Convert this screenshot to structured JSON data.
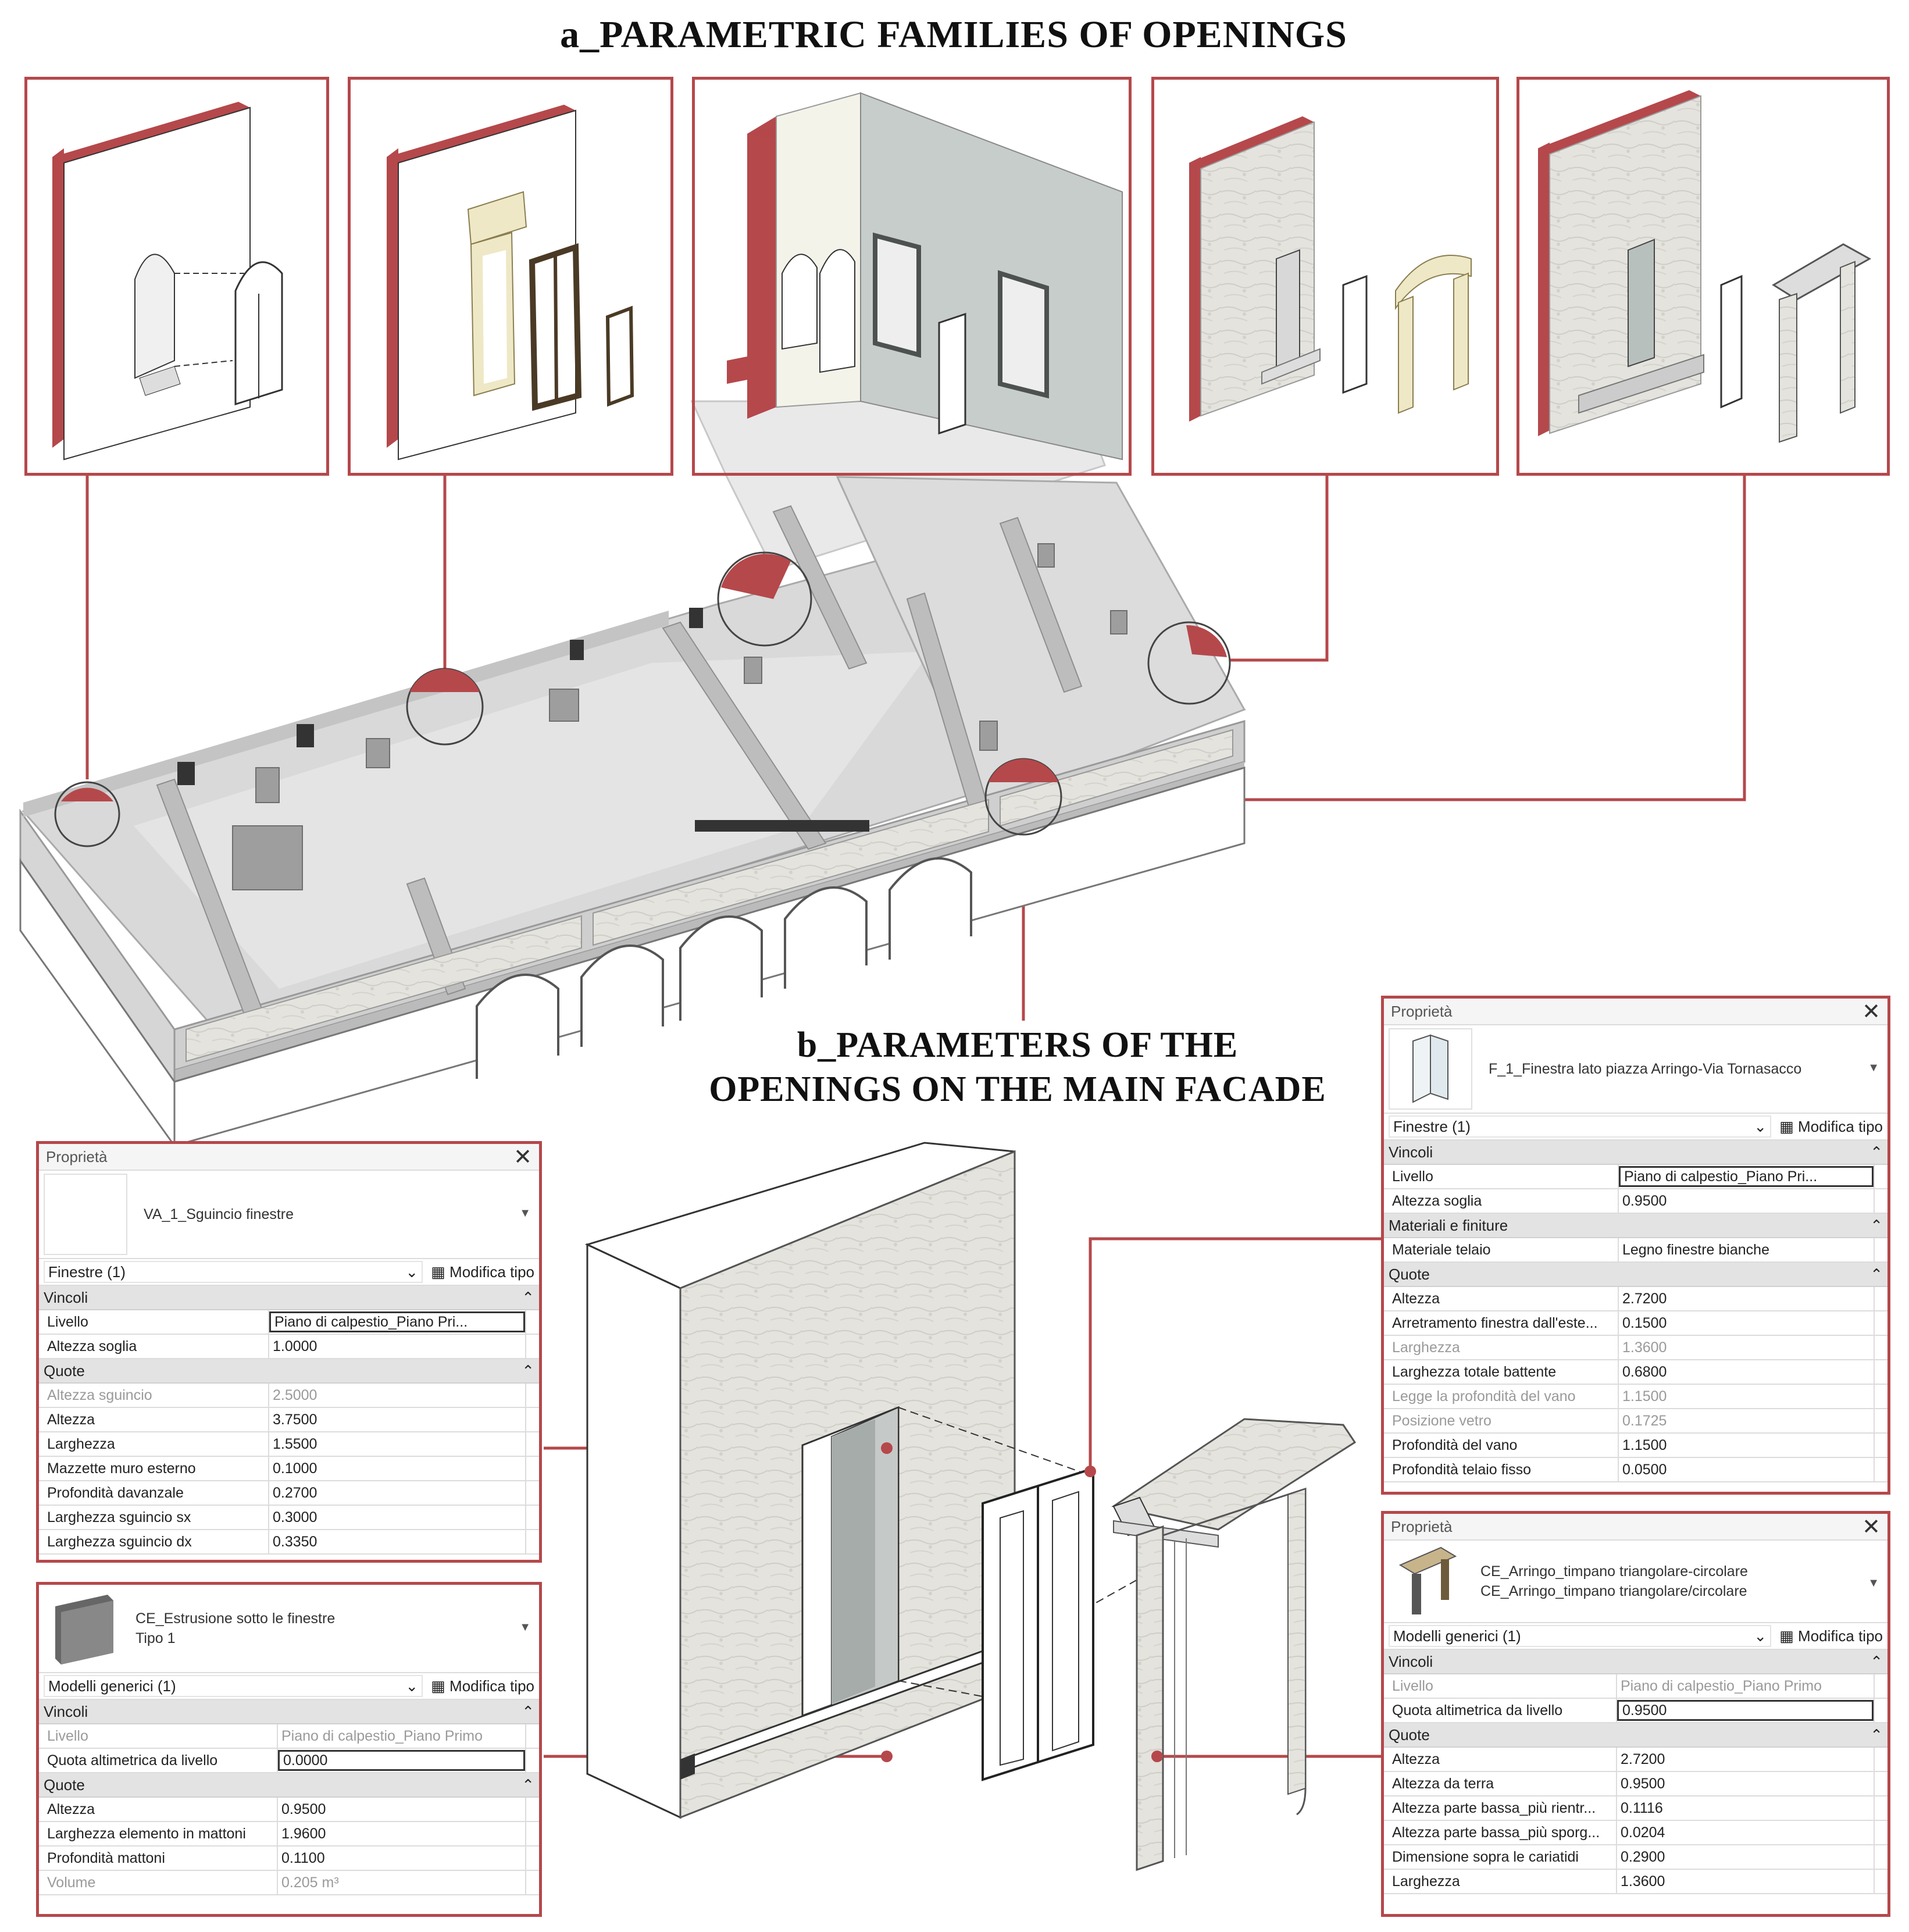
{
  "titles": {
    "a": "a_PARAMETRIC FAMILIES OF OPENINGS",
    "b_line1": "b_PARAMETERS OF THE",
    "b_line2": "OPENINGS ON THE MAIN FACADE"
  },
  "colors": {
    "accent": "#b5484b",
    "wall_cut": "#b5484b",
    "stone": "#e2e1dc"
  },
  "panels": {
    "va1": {
      "header": "Proprietà",
      "type_name": "VA_1_Sguincio finestre",
      "category": "Finestre (1)",
      "edit_type": "Modifica tipo",
      "groups": [
        {
          "name": "Vincoli",
          "rows": [
            {
              "k": "Livello",
              "v": "Piano di calpestio_Piano Pri..."
            },
            {
              "k": "Altezza soglia",
              "v": "1.0000"
            }
          ]
        },
        {
          "name": "Quote",
          "rows": [
            {
              "k": "Altezza sguincio",
              "v": "2.5000"
            },
            {
              "k": "Altezza",
              "v": "3.7500"
            },
            {
              "k": "Larghezza",
              "v": "1.5500"
            },
            {
              "k": "Mazzette muro esterno",
              "v": "0.1000"
            },
            {
              "k": "Profondità davanzale",
              "v": "0.2700"
            },
            {
              "k": "Larghezza sguincio sx",
              "v": "0.3000"
            },
            {
              "k": "Larghezza sguincio dx",
              "v": "0.3350"
            }
          ]
        }
      ]
    },
    "ce_estrusione": {
      "type_name_1": "CE_Estrusione sotto le finestre",
      "type_name_2": "Tipo 1",
      "category": "Modelli generici (1)",
      "edit_type": "Modifica tipo",
      "groups": [
        {
          "name": "Vincoli",
          "rows": [
            {
              "k": "Livello",
              "v": "Piano di calpestio_Piano Primo"
            },
            {
              "k": "Quota altimetrica da livello",
              "v": "0.0000"
            }
          ]
        },
        {
          "name": "Quote",
          "rows": [
            {
              "k": "Altezza",
              "v": "0.9500"
            },
            {
              "k": "Larghezza elemento in mattoni",
              "v": "1.9600"
            },
            {
              "k": "Profondità mattoni",
              "v": "0.1100"
            },
            {
              "k": "Volume",
              "v": "0.205 m³"
            }
          ]
        }
      ]
    },
    "f1": {
      "header": "Proprietà",
      "type_name": "F_1_Finestra lato piazza Arringo-Via Tornasacco",
      "category": "Finestre (1)",
      "edit_type": "Modifica tipo",
      "groups": [
        {
          "name": "Vincoli",
          "rows": [
            {
              "k": "Livello",
              "v": "Piano di calpestio_Piano Pri..."
            },
            {
              "k": "Altezza soglia",
              "v": "0.9500"
            }
          ]
        },
        {
          "name": "Materiali e finiture",
          "rows": [
            {
              "k": "Materiale telaio",
              "v": "Legno finestre bianche"
            }
          ]
        },
        {
          "name": "Quote",
          "rows": [
            {
              "k": "Altezza",
              "v": "2.7200"
            },
            {
              "k": "Arretramento finestra dall'este...",
              "v": "0.1500"
            },
            {
              "k": "Larghezza",
              "v": "1.3600"
            },
            {
              "k": "Larghezza totale battente",
              "v": "0.6800"
            },
            {
              "k": "Legge la profondità del vano",
              "v": "1.1500"
            },
            {
              "k": "Posizione vetro",
              "v": "0.1725"
            },
            {
              "k": "Profondità del vano",
              "v": "1.1500"
            },
            {
              "k": "Profondità telaio fisso",
              "v": "0.0500"
            }
          ]
        }
      ]
    },
    "ce_arringo": {
      "header": "Proprietà",
      "type_name_1": "CE_Arringo_timpano triangolare-circolare",
      "type_name_2": "CE_Arringo_timpano triangolare/circolare",
      "category": "Modelli generici (1)",
      "edit_type": "Modifica tipo",
      "groups": [
        {
          "name": "Vincoli",
          "rows": [
            {
              "k": "Livello",
              "v": "Piano di calpestio_Piano Primo"
            },
            {
              "k": "Quota altimetrica da livello",
              "v": "0.9500"
            }
          ]
        },
        {
          "name": "Quote",
          "rows": [
            {
              "k": "Altezza",
              "v": "2.7200"
            },
            {
              "k": "Altezza da terra",
              "v": "0.9500"
            },
            {
              "k": "Altezza parte bassa_più rientr...",
              "v": "0.1116"
            },
            {
              "k": "Altezza parte bassa_più sporg...",
              "v": "0.0204"
            },
            {
              "k": "Dimensione sopra le cariatidi",
              "v": "0.2900"
            },
            {
              "k": "Larghezza",
              "v": "1.3600"
            }
          ]
        }
      ]
    }
  }
}
